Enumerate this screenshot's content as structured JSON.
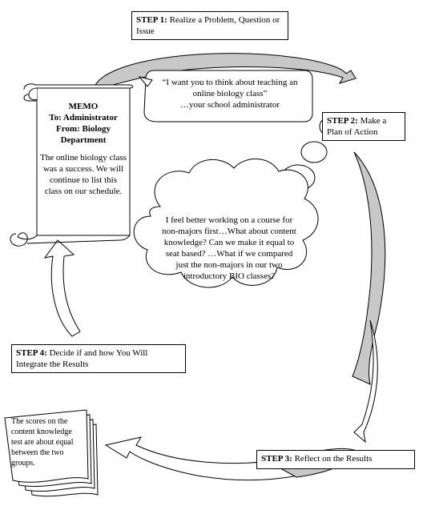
{
  "steps": {
    "step1": {
      "label": "STEP 1:",
      "text": "Realize a Problem, Question or Issue"
    },
    "step2": {
      "label": "STEP 2:",
      "text": "Make a Plan of Action"
    },
    "step3": {
      "label": "STEP 3:",
      "text": "Reflect on the Results"
    },
    "step4": {
      "label": "STEP 4:",
      "text": "Decide if and how You Will Integrate the Results"
    }
  },
  "speech": {
    "quote": "“I want you to think about teaching an online biology class”",
    "attribution": "…your school administrator"
  },
  "thought": {
    "text": "I feel better working on a course for non-majors first…What about content knowledge?  Can we make it equal to seat based?  …What if we compared just the non-majors in our two introductory BIO classes?"
  },
  "memo": {
    "title": "MEMO",
    "to": "To: Administrator",
    "from": "From: Biology Department",
    "body": "The online biology class was a success. We will continue to list this class on our schedule."
  },
  "result_stack": {
    "text": "The scores on the content knowledge test are about equal between the two groups."
  }
}
